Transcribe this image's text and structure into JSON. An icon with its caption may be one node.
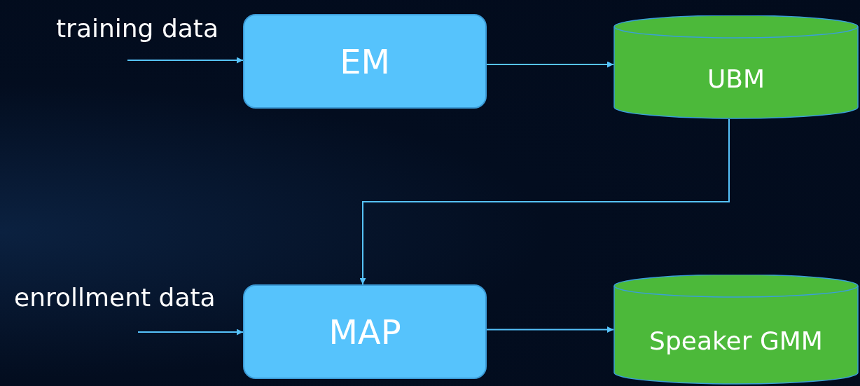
{
  "diagram": {
    "nodes": [
      {
        "text": [
          "EM"
        ]
      },
      {
        "text": [
          "UBM"
        ]
      },
      {
        "text": [
          "MAP"
        ]
      },
      {
        "text": [
          "Speaker GMM"
        ]
      }
    ],
    "edges": [
      {
        "from": null,
        "to": 0,
        "arrow": "to"
      },
      {
        "from": 0,
        "to": 1,
        "arrow": "to"
      },
      {
        "from": 1,
        "to": 2,
        "arrow": "to"
      },
      {
        "from": null,
        "to": 2,
        "arrow": "to"
      },
      {
        "from": 2,
        "to": 3,
        "arrow": "to"
      }
    ],
    "labels": [
      "training data",
      "enrollment data"
    ]
  }
}
